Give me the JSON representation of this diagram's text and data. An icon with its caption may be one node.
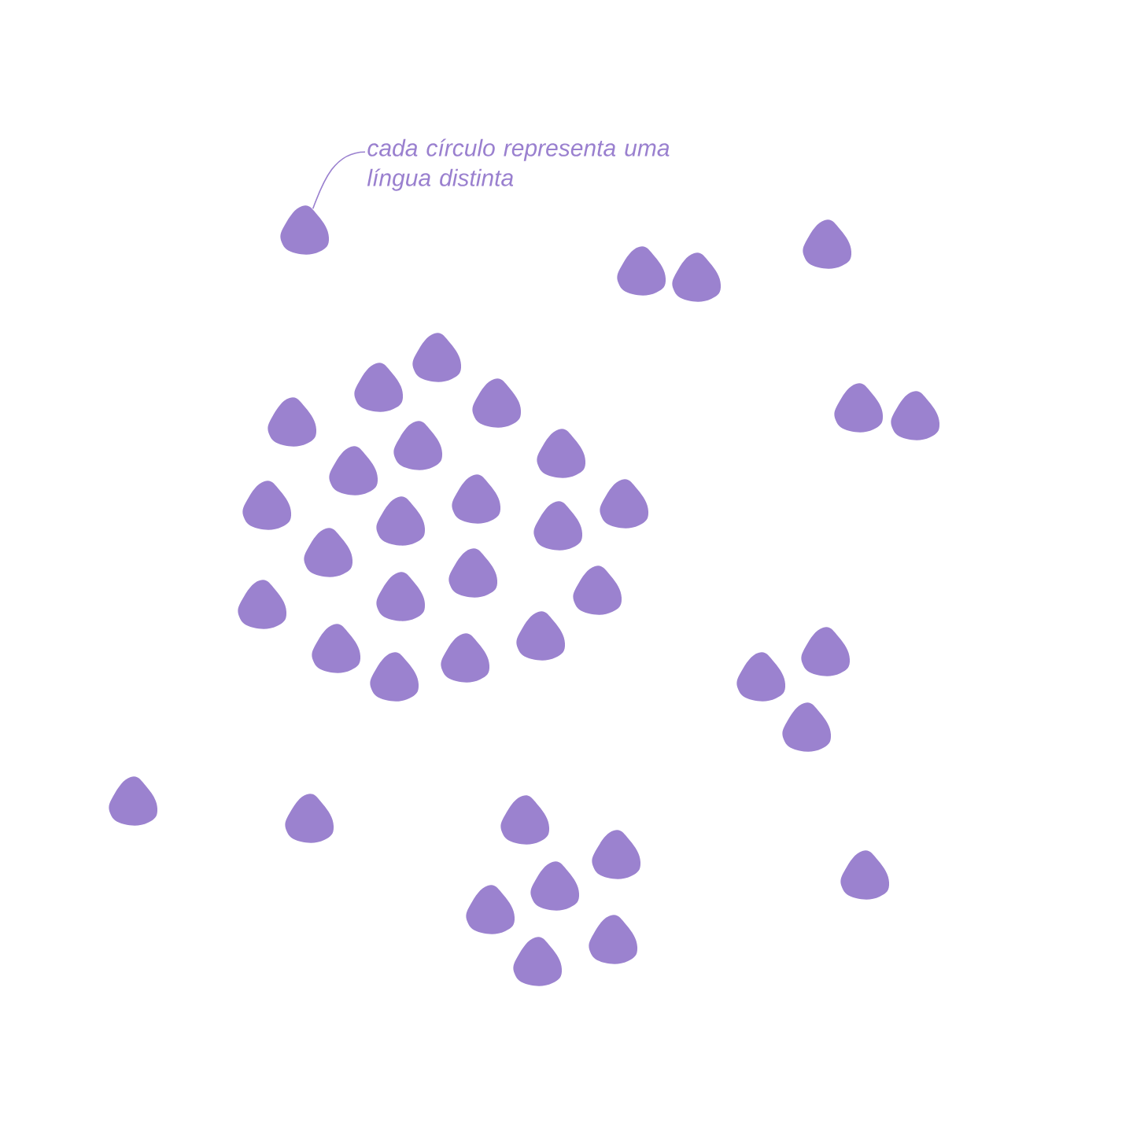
{
  "diagram": {
    "nodes": [
      {
        "text": [
          "cada círculo representa uma língua distinta"
        ]
      },
      {
        "text": [],
        "shape": "circle"
      }
    ],
    "edges": [
      {
        "from": 0,
        "to": 1,
        "arrow": "none"
      }
    ]
  }
}
